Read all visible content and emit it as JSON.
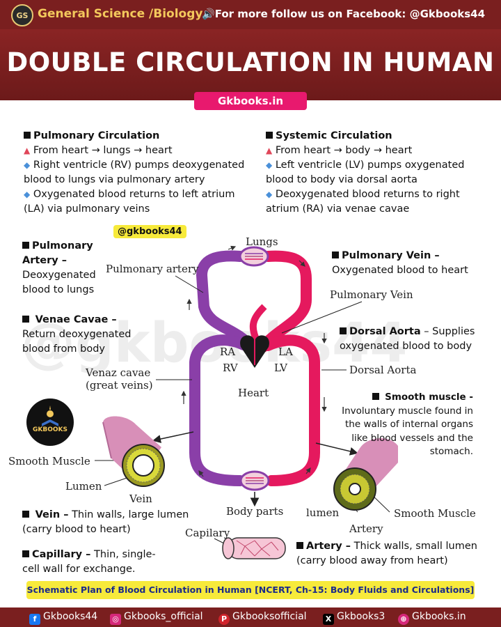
{
  "header": {
    "logo_text": "GS",
    "subject": "General Science /Biology",
    "follow": "For  more follow us on Facebook: @Gkbooks44",
    "title": "DOUBLE CIRCULATION IN HUMAN",
    "site": "Gkbooks.in"
  },
  "pulmonary_circulation": {
    "heading": "Pulmonary Circulation",
    "line1": "From heart → lungs → heart",
    "line2": "Right ventricle (RV) pumps deoxygenated blood to lungs via pulmonary artery",
    "line3": "Oxygenated blood returns to left atrium (LA) via pulmonary veins"
  },
  "systemic_circulation": {
    "heading": "Systemic Circulation",
    "line1": "From heart → body → heart",
    "line2": "Left ventricle (LV) pumps oxygenated blood to body via dorsal aorta",
    "line3": "Deoxygenated blood returns to right atrium (RA) via venae cavae"
  },
  "handle": "@gkbooks44",
  "watermark": "@gkbooks44",
  "notes": {
    "pulmonary_artery_heading": "Pulmonary Artery –",
    "pulmonary_artery_desc": "Deoxygenated blood to lungs",
    "venae_cavae_heading": "Venae Cavae –",
    "venae_cavae_desc": "Return deoxygenated blood from body",
    "pulmonary_vein_heading": "Pulmonary Vein –",
    "pulmonary_vein_desc": "Oxygenated blood to heart",
    "dorsal_aorta_heading": "Dorsal Aorta",
    "dorsal_aorta_desc": " – Supplies oxygenated blood to body",
    "smooth_muscle_heading": "Smooth muscle -",
    "smooth_muscle_desc": "Involuntary muscle found in the walls of internal organs like blood vessels and the stomach.",
    "vein_heading": "Vein –",
    "vein_desc": " Thin walls, large lumen (carry blood to heart)",
    "capillary_heading": "Capillary –",
    "capillary_desc": " Thin, single-cell wall for exchange.",
    "artery_heading": "Artery –",
    "artery_desc": " Thick walls, small lumen (carry blood away from heart)"
  },
  "diagram": {
    "lungs": "Lungs",
    "pulmonary_artery": "Pulmonary artery",
    "pulmonary_vein": "Pulmonary Vein",
    "ra": "RA",
    "la": "LA",
    "rv": "RV",
    "lv": "LV",
    "dorsal_aorta": "Dorsal Aorta",
    "venaz_cavae_1": "Venaz cavae",
    "venaz_cavae_2": "(great veins)",
    "heart": "Heart",
    "smooth_muscle_left": "Smooth Muscle",
    "lumen_left": "Lumen",
    "vein": "Vein",
    "body_parts": "Body parts",
    "capilary": "Capilary",
    "lumen_right": "lumen",
    "artery": "Artery",
    "smooth_muscle_right": "Smooth Muscle"
  },
  "logo_badge": "GKBOOKS",
  "caption": "Schematic Plan of Blood Circulation in Human [NCERT, Ch-15: Body Fluids and Circulations]",
  "footer": {
    "facebook": "Gkbooks44",
    "instagram": "Gkbooks_official",
    "pinterest": "Gkbooksofficial",
    "x": "Gkbooks3",
    "web": "Gkbooks.in"
  },
  "colors": {
    "brand_maroon": "#7a1f1f",
    "accent_pink": "#e8196e",
    "highlight_yellow": "#f7ea3b",
    "oxygenated": "#e5195e",
    "deoxygenated": "#8a3fa8"
  }
}
